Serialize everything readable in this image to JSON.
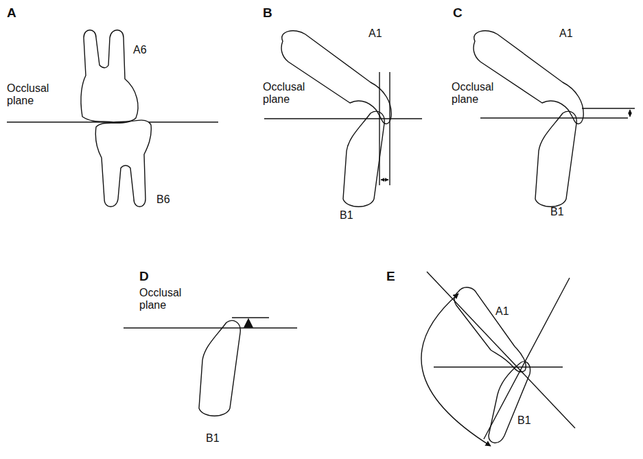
{
  "diagram": {
    "labels": [
      "A",
      "B",
      "C",
      "A6",
      "A1",
      "A1",
      "Occlusal plane",
      "Occlusal plane",
      "Occlusal plane",
      "B6",
      "B1",
      "B1",
      "D",
      "E",
      "Occlusal plane",
      "A1",
      "B1",
      "B1"
    ]
  }
}
